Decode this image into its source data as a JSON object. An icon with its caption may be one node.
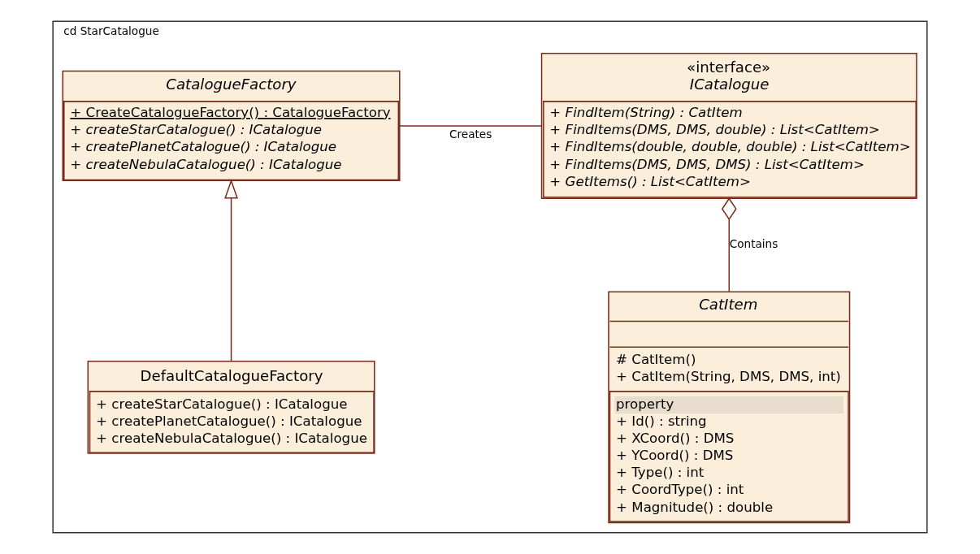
{
  "diagram": {
    "nodes": [
      {
        "text": [
          "cd StarCatalogue"
        ]
      },
      {
        "text": [
          "CatalogueFactory",
          "+ CreateCatalogueFactory() : CatalogueFactory",
          "+ createStarCatalogue() : ICatalogue",
          "+ createPlanetCatalogue() : ICatalogue",
          "+ createNebulaCatalogue() : ICatalogue"
        ],
        "in": 0
      },
      {
        "text": [
          "«interface»",
          "ICatalogue",
          "+ FindItem(String) : CatItem",
          "+ FindItems(DMS, DMS, double) : List<CatItem>",
          "+ FindItems(double, double, double) : List<CatItem>",
          "+ FindItems(DMS, DMS, DMS) : List<CatItem>",
          "+ GetItems() : List<CatItem>"
        ],
        "in": 0
      },
      {
        "text": [
          "DefaultCatalogueFactory",
          "+ createStarCatalogue() : ICatalogue",
          "+ createPlanetCatalogue() : ICatalogue",
          "+ createNebulaCatalogue() : ICatalogue"
        ],
        "in": 0
      },
      {
        "text": [
          "CatItem",
          "# CatItem()",
          "+ CatItem(String, DMS, DMS, int)",
          "property",
          "+ Id() : string",
          "+ XCoord() : DMS",
          "+ YCoord() : DMS",
          "+ Type() : int",
          "+ CoordType() : int",
          "+ Magnitude() : double"
        ],
        "in": 0
      }
    ],
    "edges": [
      {
        "from": 1,
        "to": 2,
        "arrow": "none",
        "label": "Creates"
      },
      {
        "from": 3,
        "to": 1,
        "arrow": "to"
      },
      {
        "from": 4,
        "to": 2,
        "arrow": "other",
        "label": "Contains"
      }
    ]
  }
}
